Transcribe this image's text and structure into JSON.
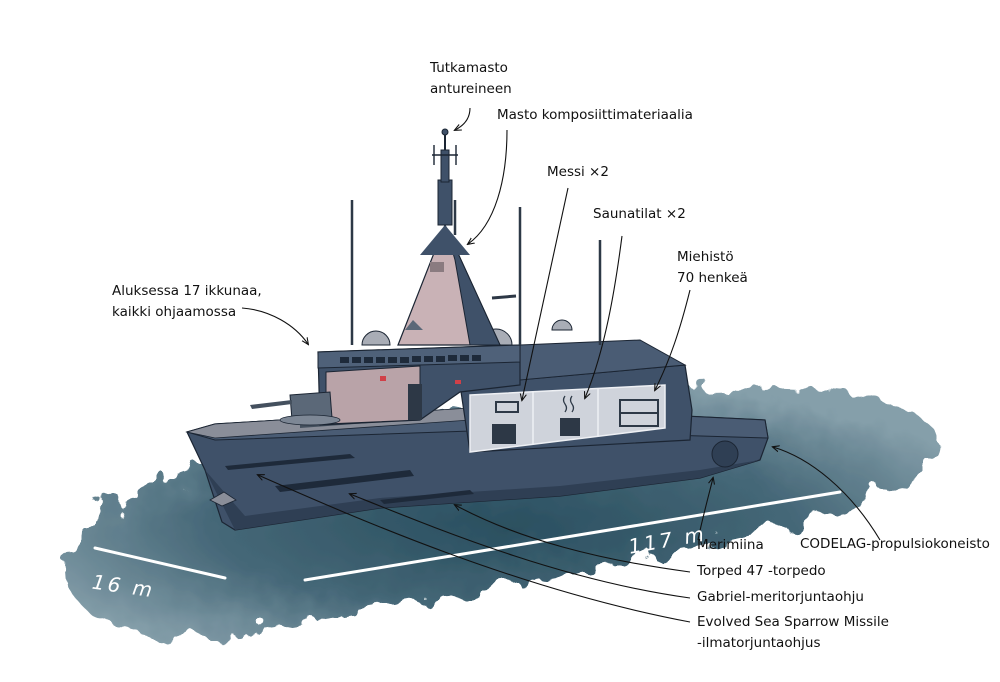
{
  "labels": {
    "radar_mast": [
      "Tutkamasto",
      "antureineen"
    ],
    "composite_mast": "Masto komposiittimateriaalia",
    "mess": "Messi ×2",
    "sauna": "Saunatilat ×2",
    "crew": [
      "Miehistö",
      "70 henkeä"
    ],
    "windows": [
      "Aluksessa 17 ikkunaa,",
      "kaikki ohjaamossa"
    ],
    "mine": "Merimiina",
    "propulsion": "CODELAG-propulsiokoneisto",
    "torpedo": "Torped 47 -torpedo",
    "gabriel": "Gabriel-meritorjuntaohju",
    "essm": [
      "Evolved Sea Sparrow Missile",
      "-ilmatorjuntaohjus"
    ]
  },
  "dimensions": {
    "length": "117 m",
    "beam": "16 m"
  },
  "colors": {
    "hull": "#3f5169",
    "hull_dark": "#2e3e53",
    "deck": "#8a8e99",
    "superstructure_pink": "#b9a3a8",
    "water": "#3c5d6c"
  }
}
